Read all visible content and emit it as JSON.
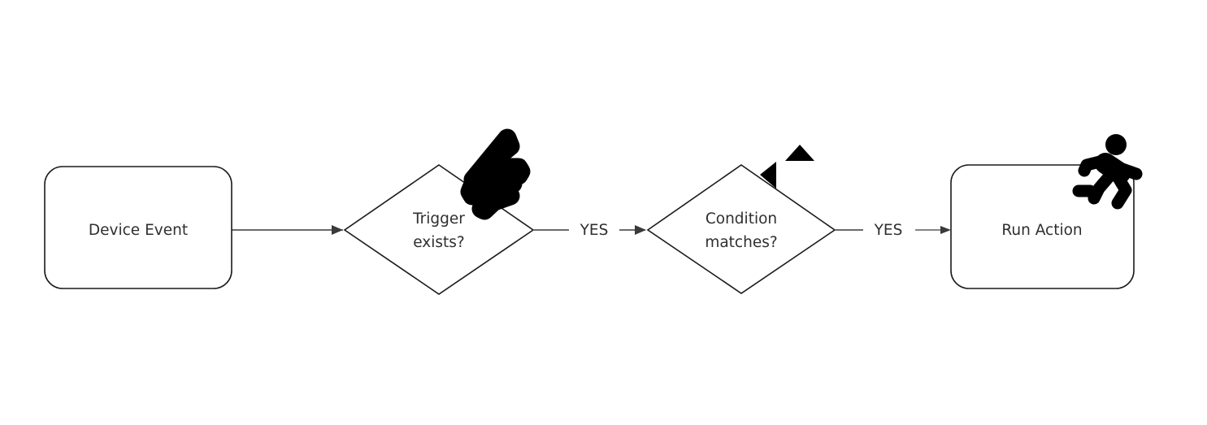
{
  "diagram": {
    "type": "flowchart",
    "orientation": "left-to-right",
    "background_color": "#ffffff",
    "stroke_color": "#1a1a1a",
    "text_color": "#2f2f2f",
    "icon_color": "#000000",
    "nodes": [
      {
        "id": "device-event",
        "label": "Device Event",
        "shape": "rounded-rectangle",
        "icon": null
      },
      {
        "id": "trigger-exists",
        "label_line1": "Trigger",
        "label_line2": "exists?",
        "shape": "diamond",
        "icon": "lightning-bolt-icon"
      },
      {
        "id": "condition-matches",
        "label_line1": "Condition",
        "label_line2": "matches?",
        "shape": "diamond",
        "icon": "fork-branch-arrow-icon"
      },
      {
        "id": "run-action",
        "label": "Run Action",
        "shape": "rounded-rectangle",
        "icon": "running-person-icon"
      }
    ],
    "edges": [
      {
        "id": "edge-1",
        "from": "device-event",
        "to": "trigger-exists",
        "label": ""
      },
      {
        "id": "edge-2",
        "from": "trigger-exists",
        "to": "condition-matches",
        "label": "YES"
      },
      {
        "id": "edge-3",
        "from": "condition-matches",
        "to": "run-action",
        "label": "YES"
      }
    ]
  }
}
